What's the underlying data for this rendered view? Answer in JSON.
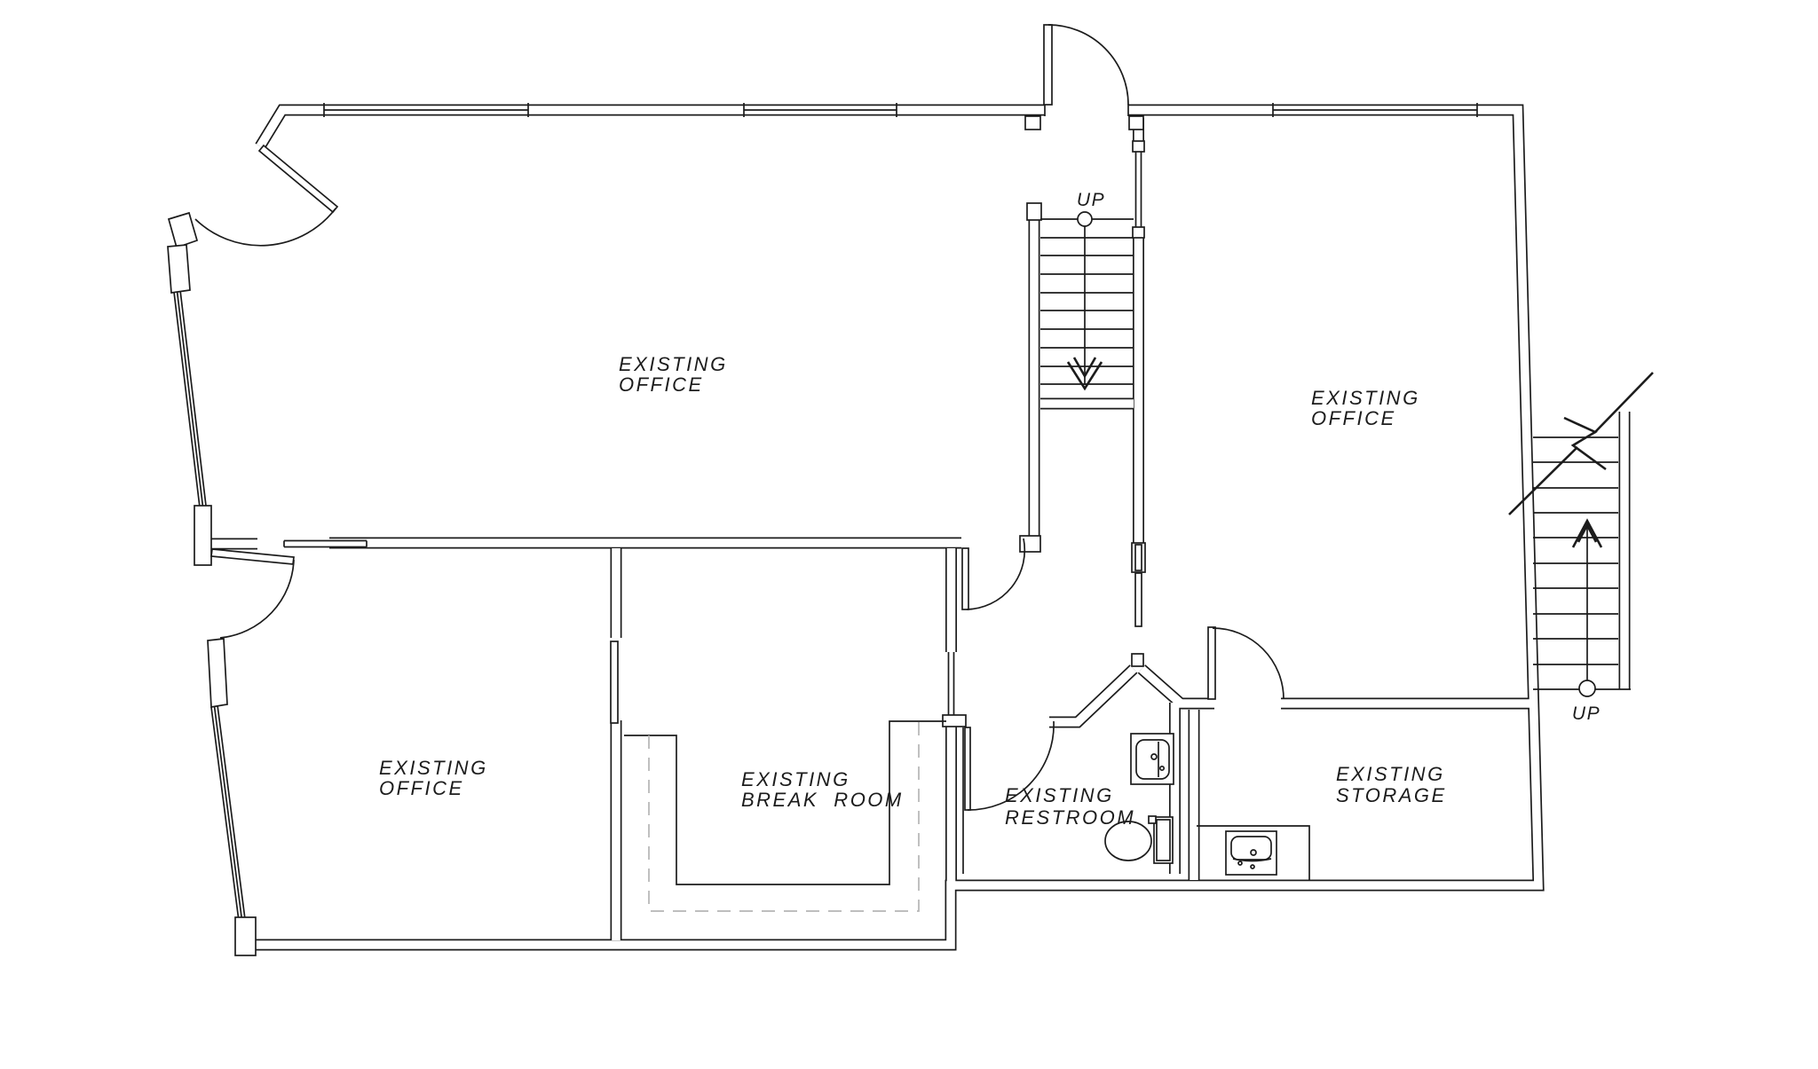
{
  "drawing": {
    "type": "architectural-floor-plan",
    "background_color": "#ffffff",
    "line_color": "#1c1c1c",
    "dashed_counter_color": "#b5b5b5"
  },
  "rooms": [
    {
      "id": "office-upper-left",
      "line1": "EXISTING",
      "line2": "OFFICE"
    },
    {
      "id": "office-upper-right",
      "line1": "EXISTING",
      "line2": "OFFICE"
    },
    {
      "id": "office-lower-left",
      "line1": "EXISTING",
      "line2": "OFFICE"
    },
    {
      "id": "break-room",
      "line1": "EXISTING",
      "line2": "BREAK  ROOM"
    },
    {
      "id": "restroom",
      "line1": "EXISTING",
      "line2": "RESTROOM"
    },
    {
      "id": "storage",
      "line1": "EXISTING",
      "line2": "STORAGE"
    }
  ],
  "stairs": {
    "center": {
      "label": "UP",
      "arrow_icon": "arrow-down"
    },
    "right": {
      "label": "UP",
      "arrow_icon": "arrow-up"
    }
  },
  "fixtures": [
    "toilet",
    "restroom-sink",
    "storage-sink",
    "break-room-counter",
    "storage-counter"
  ]
}
